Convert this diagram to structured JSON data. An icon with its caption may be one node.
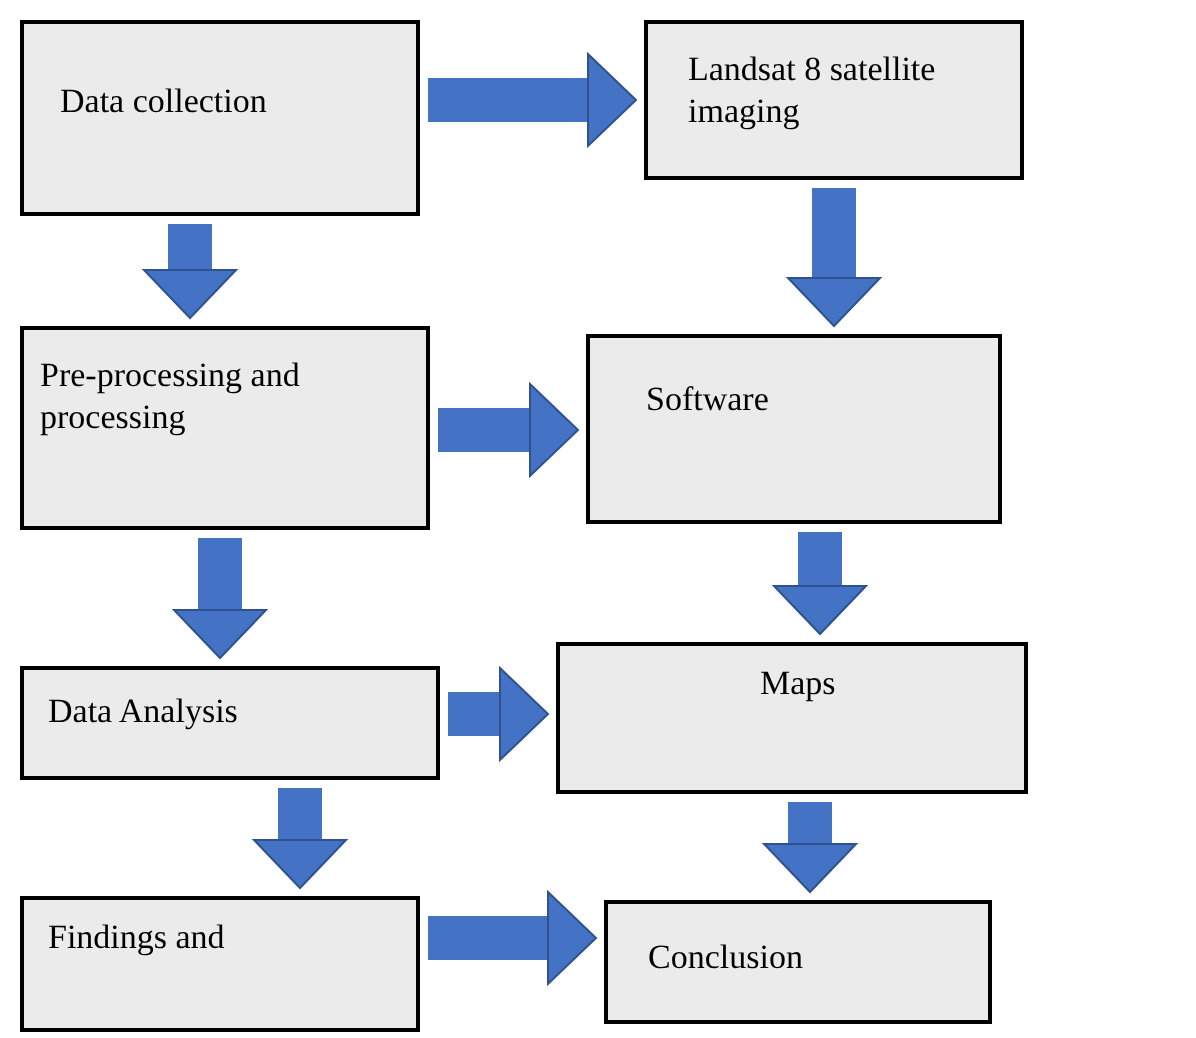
{
  "diagram": {
    "nodes": [
      {
        "text": [
          "Data collection"
        ]
      },
      {
        "text": [
          "Landsat 8 satellite imaging"
        ]
      },
      {
        "text": [
          "Pre-processing and processing"
        ]
      },
      {
        "text": [
          "Software"
        ]
      },
      {
        "text": [
          "Data Analysis"
        ]
      },
      {
        "text": [
          "Maps"
        ]
      },
      {
        "text": [
          "Findings and"
        ]
      },
      {
        "text": [
          "Conclusion"
        ]
      }
    ],
    "edges": [
      {
        "from": 0,
        "to": 1,
        "arrow": "to"
      },
      {
        "from": 0,
        "to": 2,
        "arrow": "to"
      },
      {
        "from": 1,
        "to": 3,
        "arrow": "to"
      },
      {
        "from": 2,
        "to": 3,
        "arrow": "to"
      },
      {
        "from": 2,
        "to": 4,
        "arrow": "to"
      },
      {
        "from": 3,
        "to": 5,
        "arrow": "to"
      },
      {
        "from": 4,
        "to": 5,
        "arrow": "to"
      },
      {
        "from": 4,
        "to": 6,
        "arrow": "to"
      },
      {
        "from": 5,
        "to": 7,
        "arrow": "to"
      },
      {
        "from": 6,
        "to": 7,
        "arrow": "to"
      }
    ]
  }
}
